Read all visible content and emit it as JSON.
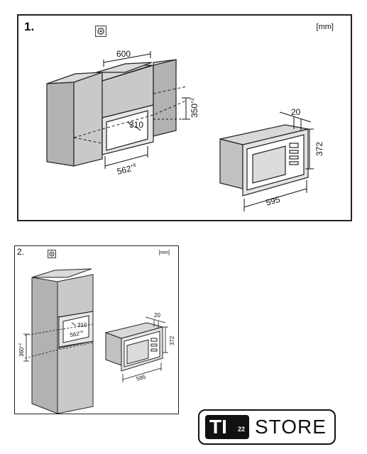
{
  "panel1": {
    "step": "1.",
    "unit": "[mm]",
    "dims": {
      "width_600": "600",
      "height_350": "350",
      "height_350_tol": "+2",
      "depth_310": "310",
      "width_562": "562",
      "width_562_tol": "+6",
      "depth_20": "20",
      "height_372": "372",
      "width_595": "595"
    }
  },
  "panel2": {
    "step": "2.",
    "unit": "[mm]",
    "dims": {
      "depth_310": "310",
      "width_562": "562",
      "width_562_tol": "+6",
      "height_360": "360",
      "height_360_tol": "+2",
      "depth_20": "20",
      "height_372": "372",
      "width_595": "595"
    }
  },
  "logo": {
    "mark": "TI",
    "mark_sup": "22",
    "word": "STORE"
  },
  "colors": {
    "cabinet_front": "#c9c9c9",
    "cabinet_side": "#b2b2b2",
    "cabinet_top": "#dadada",
    "outline": "#222222"
  }
}
